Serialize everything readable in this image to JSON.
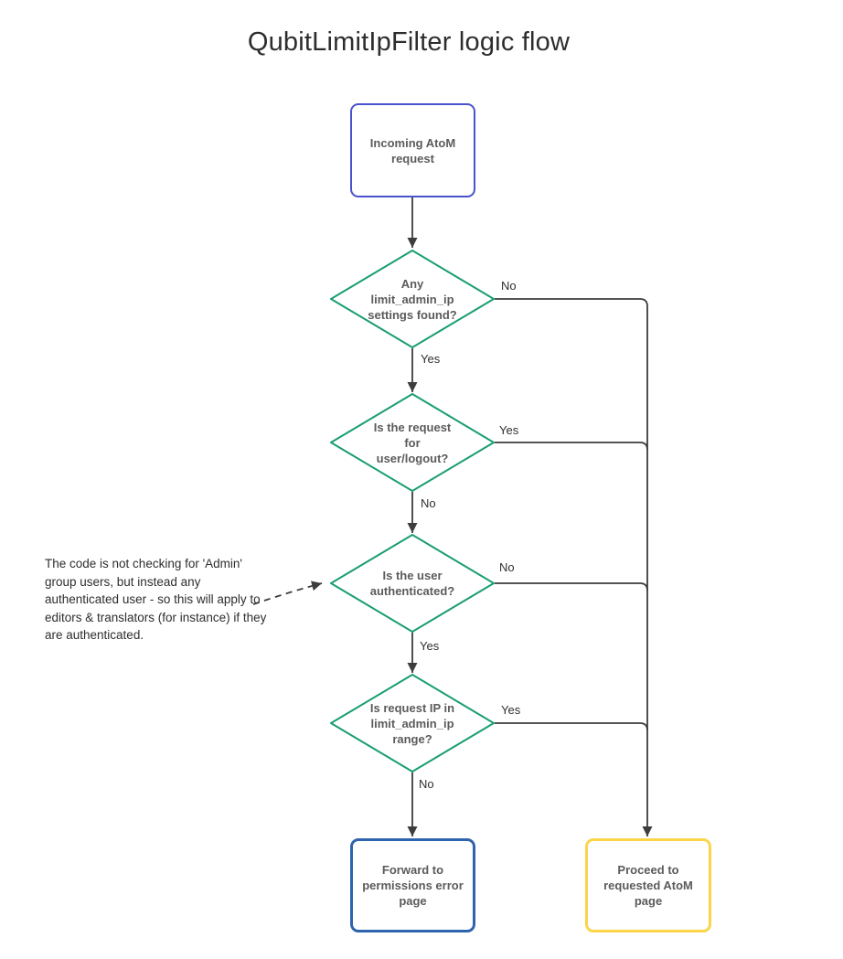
{
  "title": "QubitLimitIpFilter logic flow",
  "colors": {
    "start_border": "#4a53ce",
    "decision_border": "#1a9e72",
    "error_border": "#2e63ad",
    "proceed_border": "#fbd448",
    "connector": "#3d3d3d",
    "node_text": "#5b5b5b",
    "title_text": "#2d2d2d"
  },
  "nodes": {
    "start": {
      "label": "Incoming AtoM\nrequest"
    },
    "d1": {
      "label": "Any\nlimit_admin_ip\nsettings found?"
    },
    "d2": {
      "label": "Is the request\nfor\nuser/logout?"
    },
    "d3": {
      "label": "Is the user\nauthenticated?"
    },
    "d4": {
      "label": "Is request IP in\nlimit_admin_ip\nrange?"
    },
    "error": {
      "label": "Forward to\npermissions error\npage"
    },
    "proceed": {
      "label": "Proceed to\nrequested AtoM\npage"
    }
  },
  "edge_labels": {
    "d1_no": "No",
    "d1_yes": "Yes",
    "d2_yes": "Yes",
    "d2_no": "No",
    "d3_no": "No",
    "d3_yes": "Yes",
    "d4_yes": "Yes",
    "d4_no": "No"
  },
  "annotation": "The code is not checking for 'Admin'\ngroup users, but instead any\nauthenticated user - so this will apply to\neditors & translators (for instance) if they\nare authenticated."
}
